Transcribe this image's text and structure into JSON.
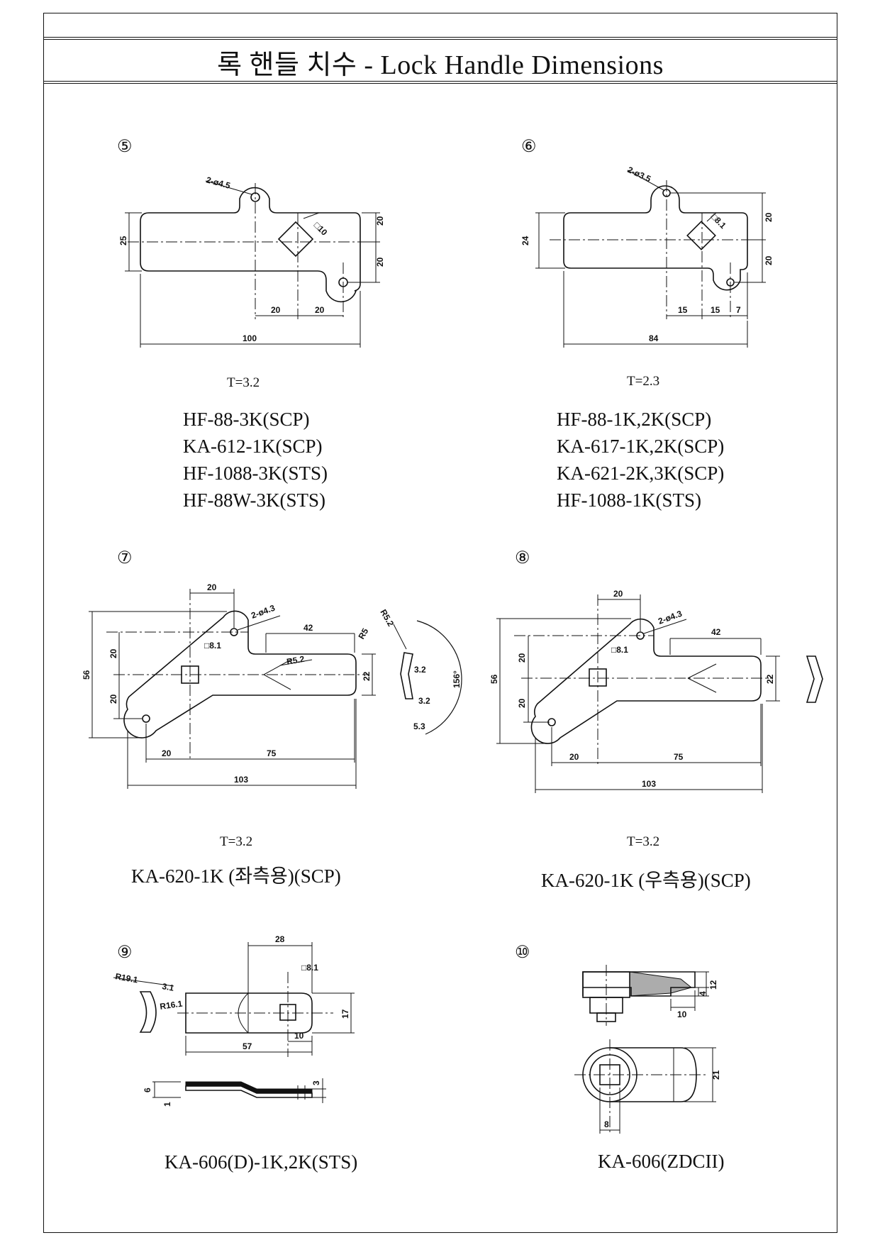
{
  "title": "록 핸들 치수 - Lock Handle Dimensions",
  "parts": [
    {
      "number": "⑤",
      "thickness": "T=3.2",
      "models": [
        "HF-88-3K(SCP)",
        "KA-612-1K(SCP)",
        "HF-1088-3K(STS)",
        "HF-88W-3K(STS)"
      ],
      "dims": {
        "hole": "2-ø4.5",
        "square": "□10",
        "height": "25",
        "upper": "20",
        "lower": "20",
        "d1": "20",
        "d2": "20",
        "length": "100"
      }
    },
    {
      "number": "⑥",
      "thickness": "T=2.3",
      "models": [
        "HF-88-1K,2K(SCP)",
        "KA-617-1K,2K(SCP)",
        "KA-621-2K,3K(SCP)",
        "HF-1088-1K(STS)"
      ],
      "dims": {
        "hole": "2-ø3.5",
        "square": "□8.1",
        "height": "24",
        "upper": "20",
        "lower": "20",
        "d1": "15",
        "d2": "15",
        "d3": "7",
        "length": "84"
      }
    },
    {
      "number": "⑦",
      "thickness": "T=3.2",
      "models": [
        "KA-620-1K (좌측용)(SCP)"
      ],
      "dims": {
        "top": "20",
        "hole": "2-ø4.3",
        "arm": "42",
        "square": "□8.1",
        "upper": "20",
        "lower": "20",
        "height": "56",
        "tip": "22",
        "r1": "R5",
        "r2": "R5.2",
        "r3": "R5.2",
        "d1": "20",
        "d2": "75",
        "length": "103",
        "s1": "3.2",
        "s2": "3.2",
        "s3": "5.3",
        "angle": "156°"
      }
    },
    {
      "number": "⑧",
      "thickness": "T=3.2",
      "models": [
        "KA-620-1K (우측용)(SCP)"
      ],
      "dims": {
        "top": "20",
        "hole": "2-ø4.3",
        "arm": "42",
        "square": "□8.1",
        "upper": "20",
        "lower": "20",
        "height": "56",
        "tip": "22",
        "d1": "20",
        "d2": "75",
        "length": "103"
      }
    },
    {
      "number": "⑨",
      "models": [
        "KA-606(D)-1K,2K(STS)"
      ],
      "dims": {
        "top": "28",
        "square": "□8.1",
        "r1": "R19.1",
        "r2": "R16.1",
        "t": "3.1",
        "width": "17",
        "d1": "10",
        "length": "57",
        "h": "6",
        "h1": "1",
        "h2": "3"
      }
    },
    {
      "number": "⑩",
      "models": [
        "KA-606(ZDCII)"
      ],
      "dims": {
        "h1": "12",
        "h2": "4",
        "w1": "10",
        "dia": "21",
        "sq": "8"
      }
    }
  ]
}
